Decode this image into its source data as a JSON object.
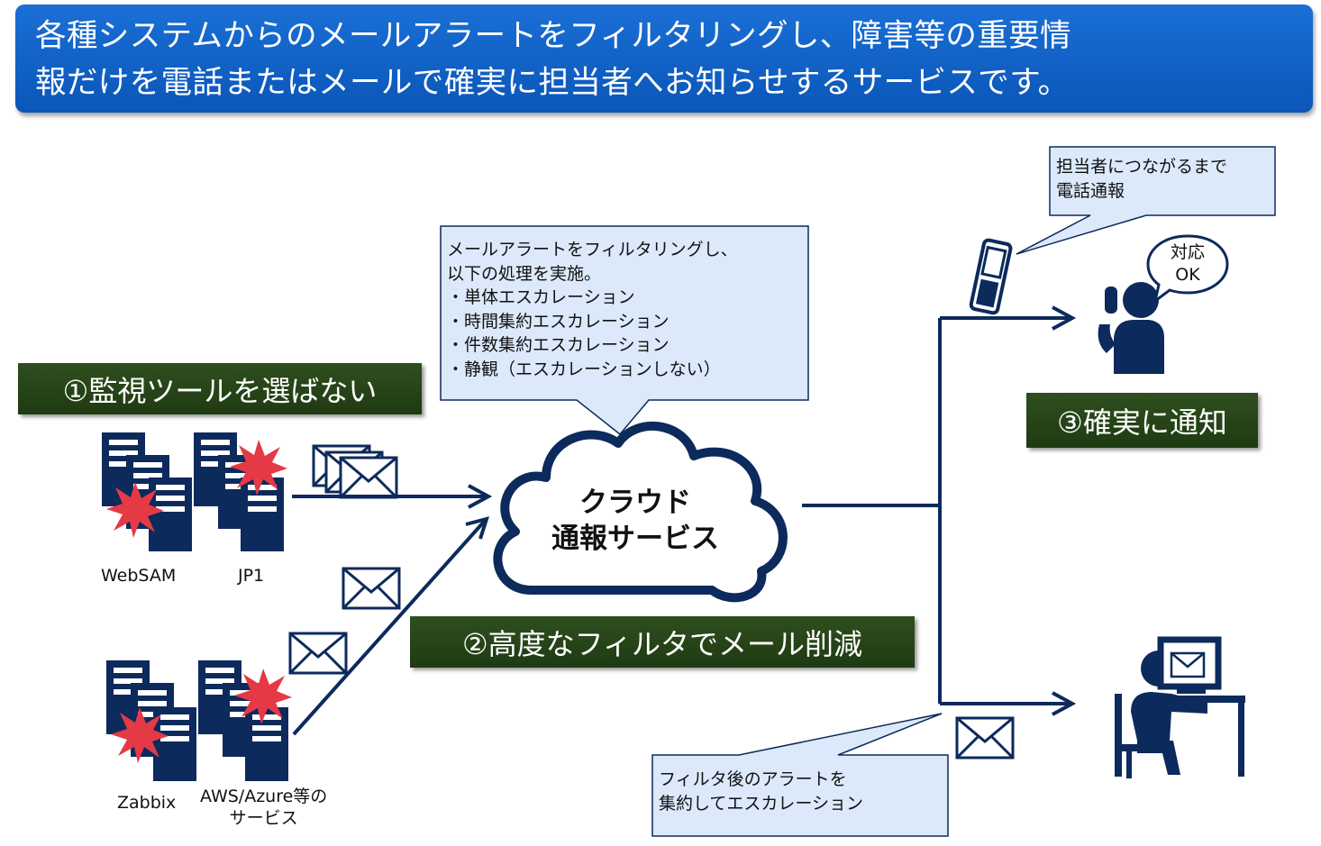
{
  "banner": {
    "line1": "各種システムからのメールアラートをフィルタリングし、障害等の重要情",
    "line2": "報だけを電話またはメールで確実に担当者へお知らせするサービスです。"
  },
  "labels": {
    "step1": "①監視ツールを選ばない",
    "step2": "②高度なフィルタでメール削減",
    "step3": "③確実に通知"
  },
  "servers": {
    "websam": "WebSAM",
    "jp1": "JP1",
    "zabbix": "Zabbix",
    "aws_line1": "AWS/Azure等の",
    "aws_line2": "サービス"
  },
  "cloud": {
    "line1": "クラウド",
    "line2": "通報サービス"
  },
  "callout_filter": {
    "lines": [
      "メールアラートをフィルタリングし、",
      "以下の処理を実施。",
      "・単体エスカレーション",
      "・時間集約エスカレーション",
      "・件数集約エスカレーション",
      "・静観（エスカレーションしない）"
    ]
  },
  "callout_phone": {
    "line1": "担当者につながるまで",
    "line2": "電話通報"
  },
  "speech": {
    "line1": "対応",
    "line2": "OK"
  },
  "callout_mail": {
    "line1": "フィルタ後のアラートを",
    "line2": "集約してエスカレーション"
  },
  "colors": {
    "navy": "#0d2a5c",
    "banner": "#0b5fc9",
    "label": "#2a4a1a",
    "callout": "#dbe9fb",
    "burst": "#e53946"
  }
}
